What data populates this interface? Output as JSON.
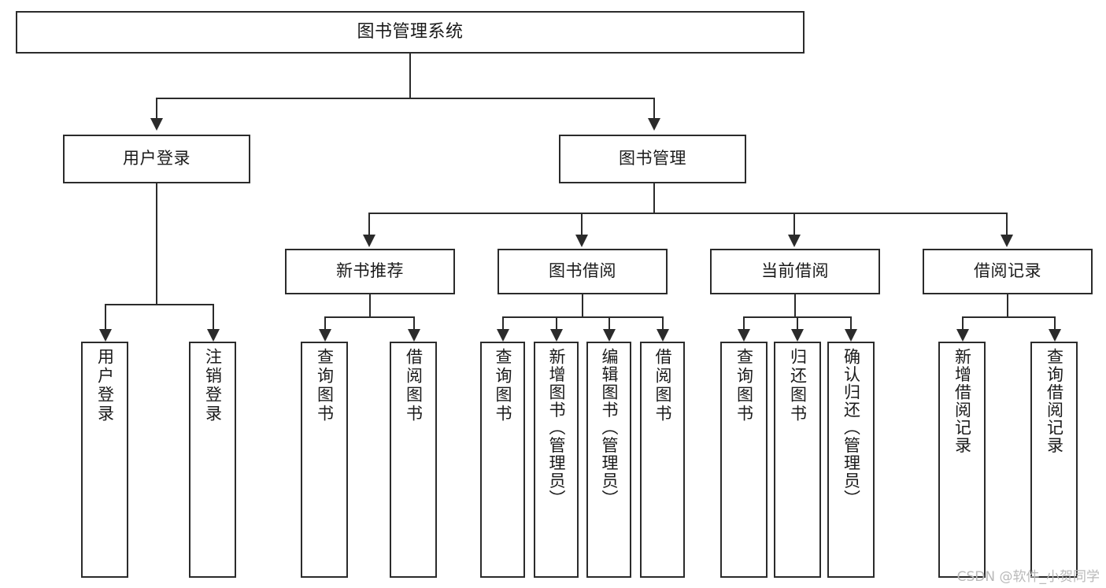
{
  "diagram": {
    "title": "图书管理系统",
    "watermark": "CSDN @软件_小贺同学",
    "accent_color": "#2b2b2b",
    "background_color": "#ffffff",
    "levels": {
      "root": {
        "label": "图书管理系统"
      },
      "level2": [
        {
          "label": "用户登录"
        },
        {
          "label": "图书管理"
        }
      ],
      "level3": [
        {
          "label": "新书推荐"
        },
        {
          "label": "图书借阅"
        },
        {
          "label": "当前借阅"
        },
        {
          "label": "借阅记录"
        }
      ],
      "leaves": {
        "user_login": [
          {
            "label": "用户登录"
          },
          {
            "label": "注销登录"
          }
        ],
        "new_book_recommend": [
          {
            "label": "查询图书"
          },
          {
            "label": "借阅图书"
          }
        ],
        "book_borrow": [
          {
            "label": "查询图书"
          },
          {
            "label": "新增图书（管理员）"
          },
          {
            "label": "编辑图书（管理员）"
          },
          {
            "label": "借阅图书"
          }
        ],
        "current_borrow": [
          {
            "label": "查询图书"
          },
          {
            "label": "归还图书"
          },
          {
            "label": "确认归还（管理员）"
          }
        ],
        "borrow_records": [
          {
            "label": "新增借阅记录"
          },
          {
            "label": "查询借阅记录"
          }
        ]
      }
    }
  }
}
